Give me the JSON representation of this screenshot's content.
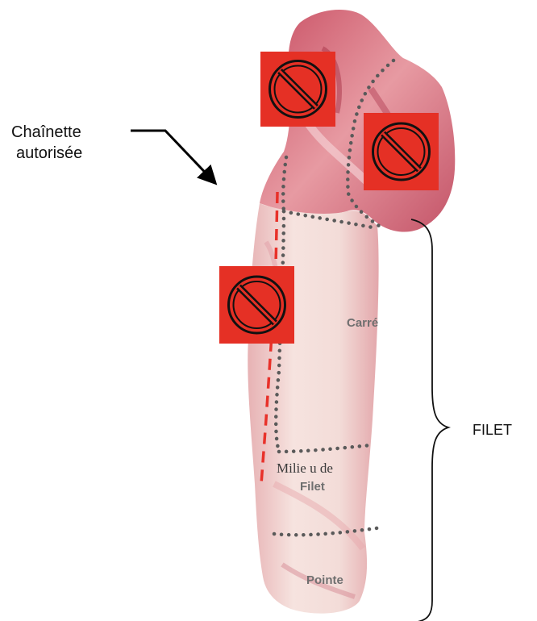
{
  "annotation": {
    "chainette_line1": "Chaînette",
    "chainette_line2": "autorisée"
  },
  "sections": {
    "carre": "Carré",
    "milieu_line1": "Milie u de",
    "milieu_line2": "Filet",
    "pointe": "Pointe"
  },
  "bracket_label": "FILET",
  "colors": {
    "prohibited_bg": "#e53025",
    "prohibited_symbol": "#111111",
    "chainette_dash": "#e8312a",
    "cut_dots": "#5a5a5a",
    "meat_light": "#f3d9d6",
    "meat_dark": "#c64a5c"
  },
  "icons": [
    "prohibited-icon",
    "arrow-icon",
    "curly-brace-icon"
  ]
}
